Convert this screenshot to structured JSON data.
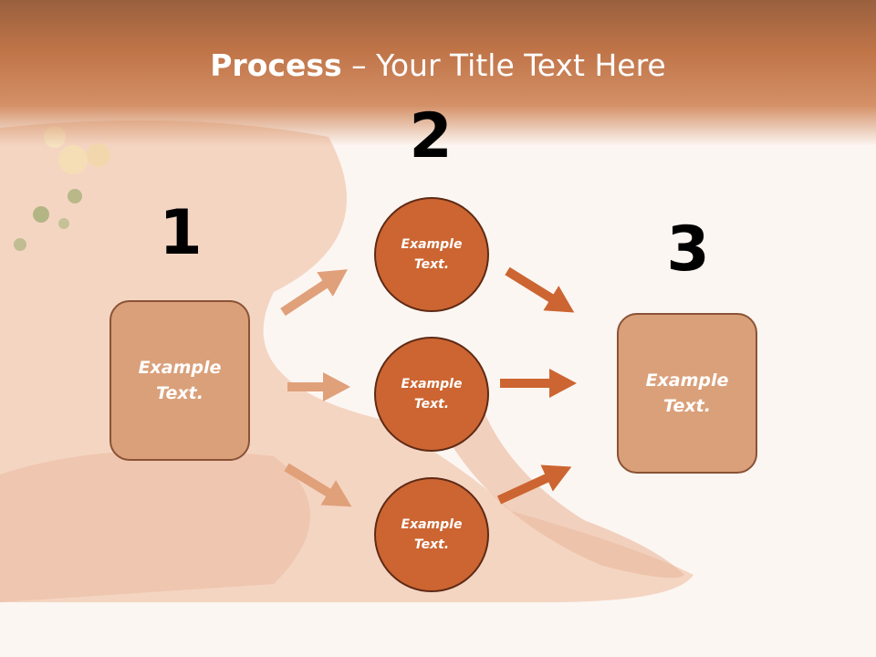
{
  "title": {
    "bold": "Process",
    "dash": " – ",
    "rest": "Your Title Text Here"
  },
  "steps": {
    "one": "1",
    "two": "2",
    "three": "3"
  },
  "boxes": {
    "left": "Example\nText.",
    "right": "Example\nText."
  },
  "circles": {
    "top": "Example\nText.",
    "middle": "Example\nText.",
    "bottom": "Example\nText."
  },
  "colors": {
    "header": "#c07448",
    "box_fill": "#daa07a",
    "circle_fill": "#cc6531",
    "arrow_light": "#e0a07a",
    "arrow_dark": "#cc6531"
  }
}
